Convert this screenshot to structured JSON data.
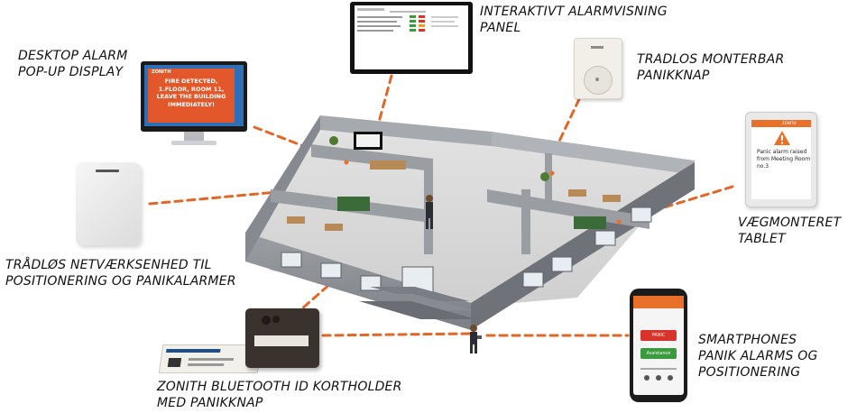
{
  "labels": {
    "desktop": [
      "DESKTOP ALARM",
      "POP-UP DISPLAY"
    ],
    "panel": [
      "INTERAKTIVT ALARMVISNING",
      "PANEL"
    ],
    "panic_button": [
      "TRADLOS MONTERBAR",
      "PANIKKNAP"
    ],
    "network_unit": [
      "TRÅDLØS NETVÆRKSENHED TIL",
      "POSITIONERING OG PANIKALARMER"
    ],
    "tablet": [
      "VÆGMONTERET",
      "TABLET"
    ],
    "smartphone": [
      "SMARTPHONES",
      "PANIK ALARMS OG",
      "POSITIONERING"
    ],
    "card_holder": [
      "ZONITH BLUETOOTH ID KORTHOLDER",
      "MED PANIKKNAP"
    ]
  },
  "desktop_screen": {
    "brand": "ZONITH",
    "message_lines": [
      "FIRE DETECTED,",
      "1.FLOOR, ROOM 11,",
      "LEAVE THE BUILDING",
      "IMMEDIATELY!"
    ]
  },
  "tablet_screen": {
    "brand": "ZONITH",
    "message_lines": [
      "Panic alarm raised",
      "from Meeting Room",
      "no.3"
    ]
  },
  "phone_screen": {
    "panic_label": "PANIC",
    "assistance_label": "Assistance"
  },
  "colors": {
    "accent": "#e8702a",
    "dash": "#e0672a",
    "wall": "#8f9399",
    "floor": "#d9d9d9",
    "panic_red": "#d9342b",
    "assist_green": "#3a9a3e"
  }
}
